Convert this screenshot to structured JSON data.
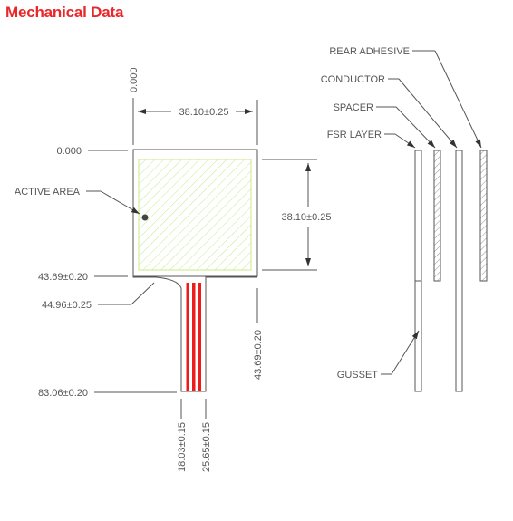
{
  "title": "Mechanical Data",
  "colors": {
    "title": "#e8282b",
    "active_area": "#c8e88a",
    "traces": "#ee1b1b",
    "lines": "#555555"
  },
  "dimensions": {
    "origin_x": "0.000",
    "origin_y": "0.000",
    "width": "38.10±0.25",
    "height": "38.10±0.25",
    "tail_start": "43.69±0.20",
    "tail_flare": "44.96±0.25",
    "tail_end": "83.06±0.20",
    "tail_length": "43.69±0.20",
    "trace_left": "18.03±0.15",
    "trace_right": "25.65±0.15"
  },
  "labels": {
    "active_area": "ACTIVE AREA",
    "rear_adhesive": "REAR ADHESIVE",
    "conductor": "CONDUCTOR",
    "spacer": "SPACER",
    "fsr_layer": "FSR LAYER",
    "gusset": "GUSSET"
  }
}
